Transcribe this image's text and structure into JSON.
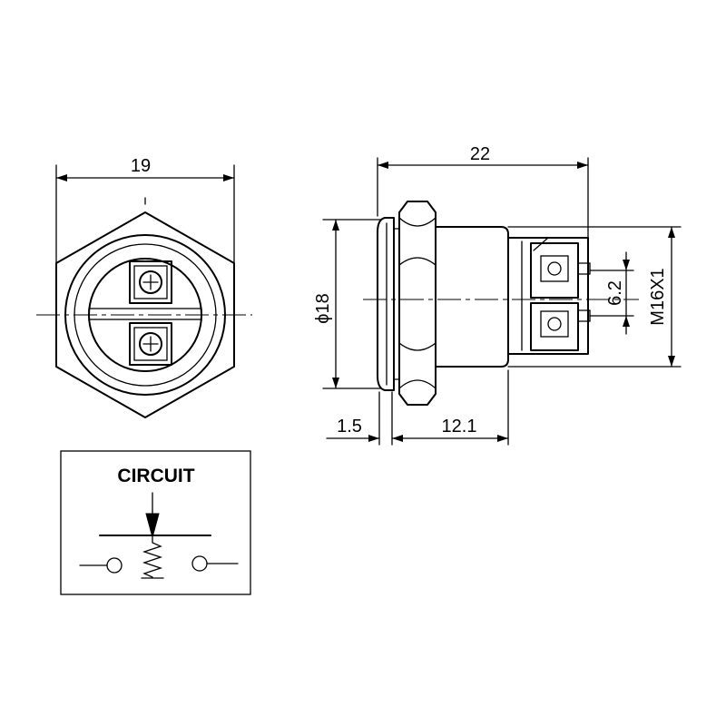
{
  "colors": {
    "line": "#000000",
    "background": "#ffffff"
  },
  "front_view": {
    "width_label": "19"
  },
  "side_view": {
    "length_label": "22",
    "diameter_label": "ϕ18",
    "terminal_pitch_label": "6.2",
    "thread_label": "M16X1",
    "flange_label": "1.5",
    "body_label": "12.1"
  },
  "circuit": {
    "title": "CIRCUIT"
  }
}
